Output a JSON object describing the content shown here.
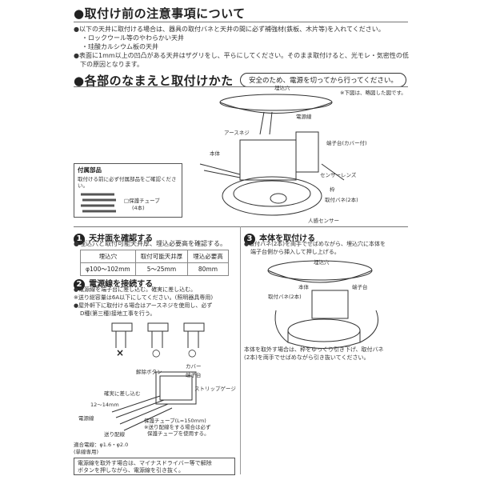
{
  "section1": {
    "title": "●取付け前の注意事項について",
    "notes": [
      "●以下の天井に取付ける場合は、器具の取付バネと天井の間に必ず補強材(鉄板、木片等)を入れてください。",
      "・ロックウール等のやわらかい天井",
      "・珪酸カルシウム板の天井",
      "●表面に1mm以上の凹凸がある天井はザグリをし、平らにしてください。そのまま取付けると、光モレ・気密性の低",
      "下の原因となります。"
    ]
  },
  "section2": {
    "title": "●各部のなまえと取付けかた",
    "banner": "安全のため、電源を切ってから行ってください。",
    "figure_note": "※下図は、略図した図です。"
  },
  "diagram_labels": {
    "hole": "埋込穴",
    "power_wire": "電源線",
    "earth_screw": "アースネジ",
    "body": "本体",
    "terminal": "端子台(カバー付)",
    "sensor_lens": "センサーレンズ",
    "frame": "枠",
    "spring": "取付バネ(2本)",
    "human_sensor": "人感センサー"
  },
  "accessories": {
    "title": "付属部品",
    "desc": "取付ける前に必ず付属部品をご確認ください。",
    "item": "□保護チューブ",
    "qty": "(4本)"
  },
  "step1": {
    "num": "1",
    "title": "天井面を確認する",
    "desc": "●埋込穴と取付可能天井厚、埋込必要高を確認する。",
    "headers": [
      "埋込穴",
      "取付可能天井厚",
      "埋込必要高"
    ],
    "values": [
      "φ100〜102mm",
      "5〜25mm",
      "80mm"
    ]
  },
  "step2": {
    "num": "2",
    "title": "電源線を接続する",
    "notes": [
      "●電源線を端子台に差し込む。確実に差し込む。",
      "※送り総容量は6A以下にしてください。(照明器具専用)",
      "●屋外軒下に取付ける場合はアースネジを使用し、必ず",
      "D種(第三種)接地工事を行う。"
    ],
    "marks": [
      "×",
      "○",
      "○"
    ],
    "release_button": "解除ボタン",
    "cover": "カバー",
    "terminal": "端子台",
    "strip_gauge": "ストリップゲージ",
    "insert": "確実に差し込む",
    "strip_len": "12〜14mm",
    "power_wire": "電源線",
    "tube_len": "保護チューブ(L=150mm)",
    "tube_note1": "※送り配線をする場合は必ず",
    "tube_note2": "保護チューブを使用する。",
    "send_wire": "送り配線",
    "wire_size": "適合電線：φ1.6・φ2.0",
    "wire_type": "(単線専用)"
  },
  "step3": {
    "num": "3",
    "title": "本体を取付ける",
    "desc1": "●取付バネ(2本)を両手でせばめながら、埋込穴に本体を",
    "desc2": "端子台側から挿入して押し上げる。",
    "hole": "埋込穴",
    "body": "本体",
    "terminal": "端子台",
    "spring": "取付バネ(2本)",
    "remove1": "本体を取外す場合は、枠をゆっくり引き下げ、取付バネ",
    "remove2": "(2本)を両手でせばめながら引き抜いてください。"
  },
  "bottom_note": {
    "line1": "電源線を取外す場合は、マイナスドライバー等で解除",
    "line2": "ボタンを押しながら、電源線を引き抜く。"
  }
}
